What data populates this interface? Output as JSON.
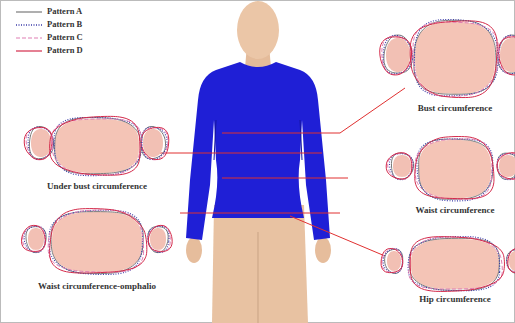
{
  "diagram": {
    "labels": [
      "Bust circumference",
      "Under bust circumference",
      "Waist circumference",
      "Waist circumference-omphalio",
      "Hip circumference"
    ],
    "legend": [
      {
        "text": "Pattern A"
      },
      {
        "text": "Pattern B"
      },
      {
        "text": "Pattern C"
      },
      {
        "text": "Pattern D"
      }
    ]
  }
}
